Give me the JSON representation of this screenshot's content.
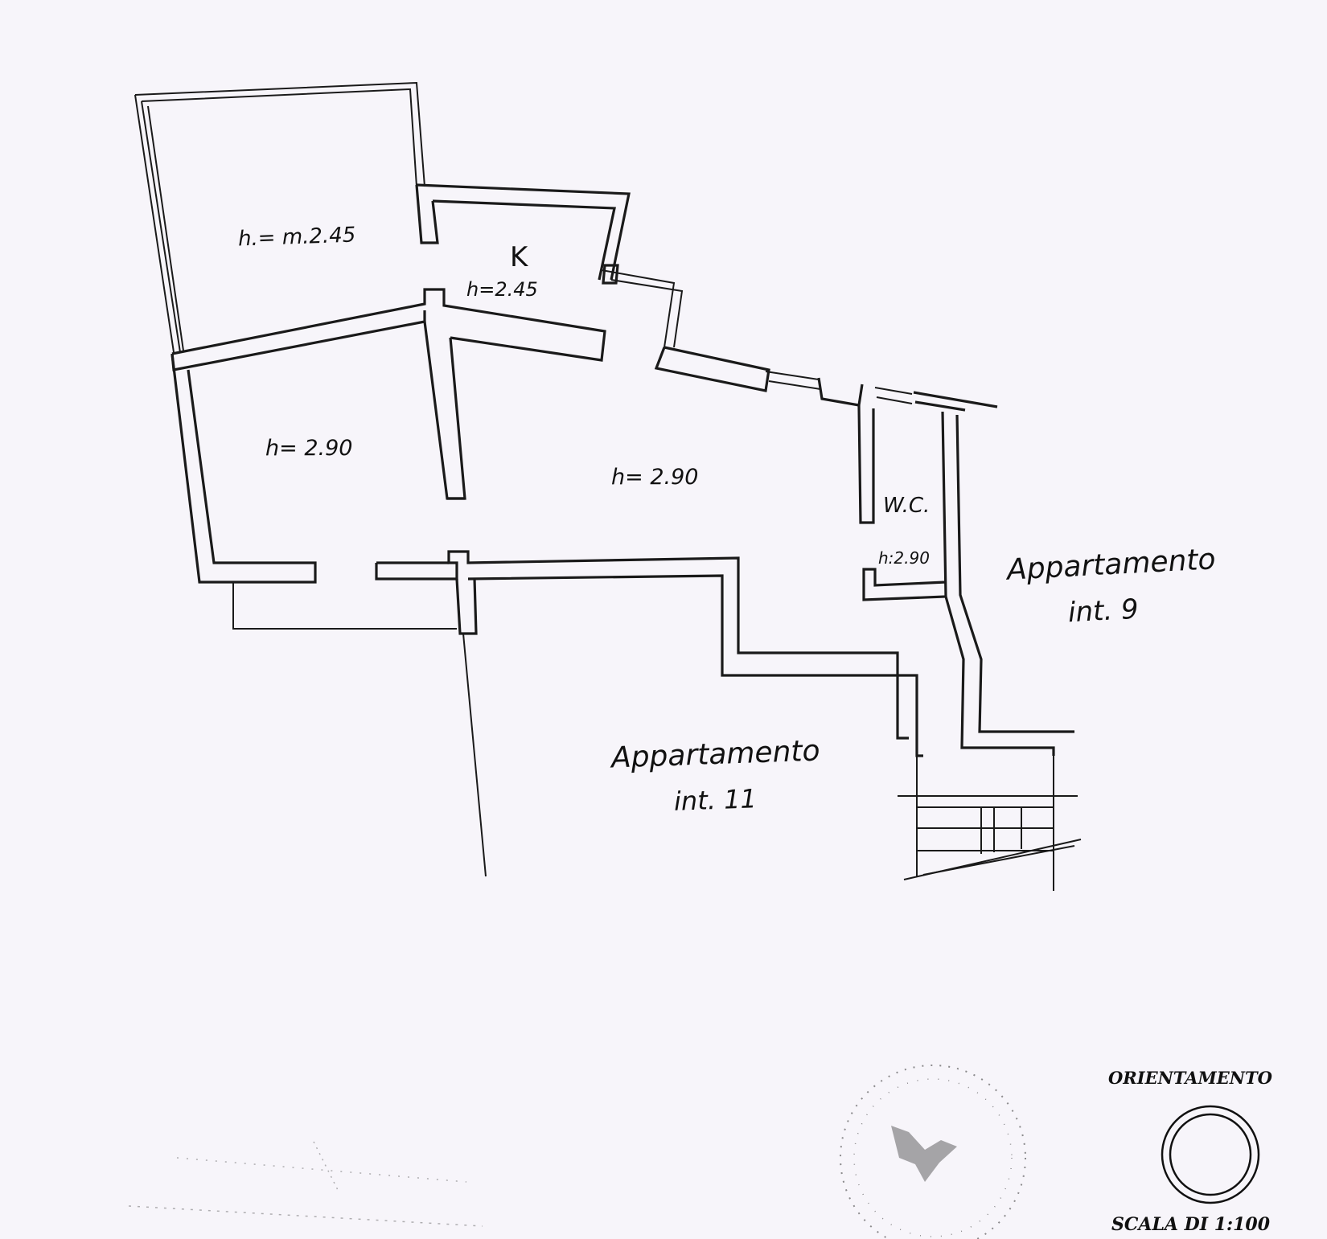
{
  "rooms": {
    "room_top_left": "h.= m.2.45",
    "kitchen_letter": "K",
    "kitchen_height": "h=2.45",
    "room_left": "h= 2.90",
    "room_main": "h= 2.90",
    "wc_label": "W.C.",
    "wc_height": "h:2.90"
  },
  "neighbors": {
    "apt9_line1": "Appartamento",
    "apt9_line2": "int. 9",
    "apt11_line1": "Appartamento",
    "apt11_line2": "int. 11"
  },
  "legend": {
    "orientation_title": "ORIENTAMENTO",
    "scale_label": "SCALA DI 1:100"
  }
}
